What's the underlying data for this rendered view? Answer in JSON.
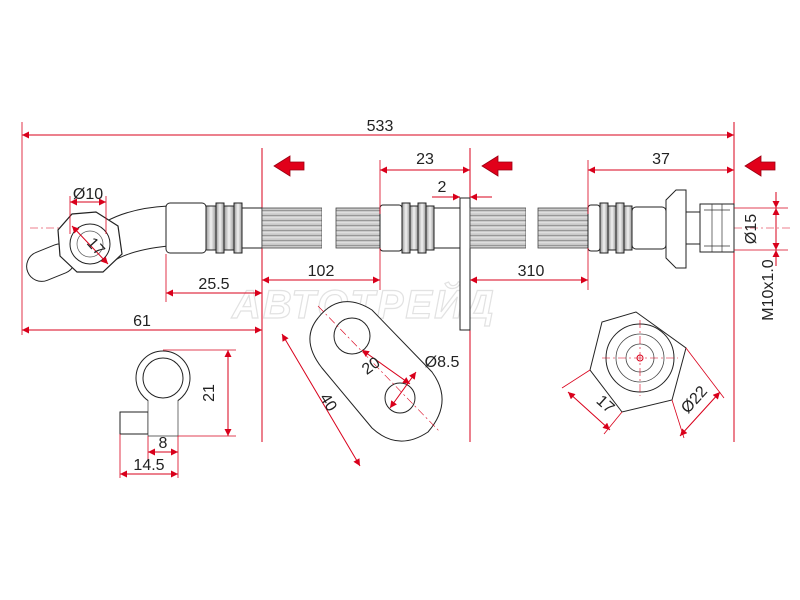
{
  "watermark": "АВТОТРЕЙД",
  "colors": {
    "dimension_lines": "#d9001b",
    "arrows": "#e1001a",
    "outline": "#222222",
    "hose_fill": "#b5b5b5",
    "watermark": "#e2e2e2"
  },
  "icons": {
    "section_arrow": "red-left-arrow-icon"
  },
  "dimensions": {
    "overall_length": "533",
    "eye_diameter": "Ø10",
    "eye_hex": "17",
    "left_fitting_length": "25.5",
    "left_offset": "61",
    "section_102": "102",
    "section_23": "23",
    "flange_thickness": "2",
    "section_310": "310",
    "section_37": "37",
    "end_diameter": "Ø15",
    "thread": "M10x1.0",
    "elbow_height": "21",
    "elbow_width_inner": "8",
    "elbow_width_outer": "14.5",
    "bracket_length": "40",
    "bracket_hole_spacing": "20",
    "bracket_hole_diameter": "Ø8.5",
    "nut_hex": "17",
    "nut_diameter": "Ø22"
  }
}
